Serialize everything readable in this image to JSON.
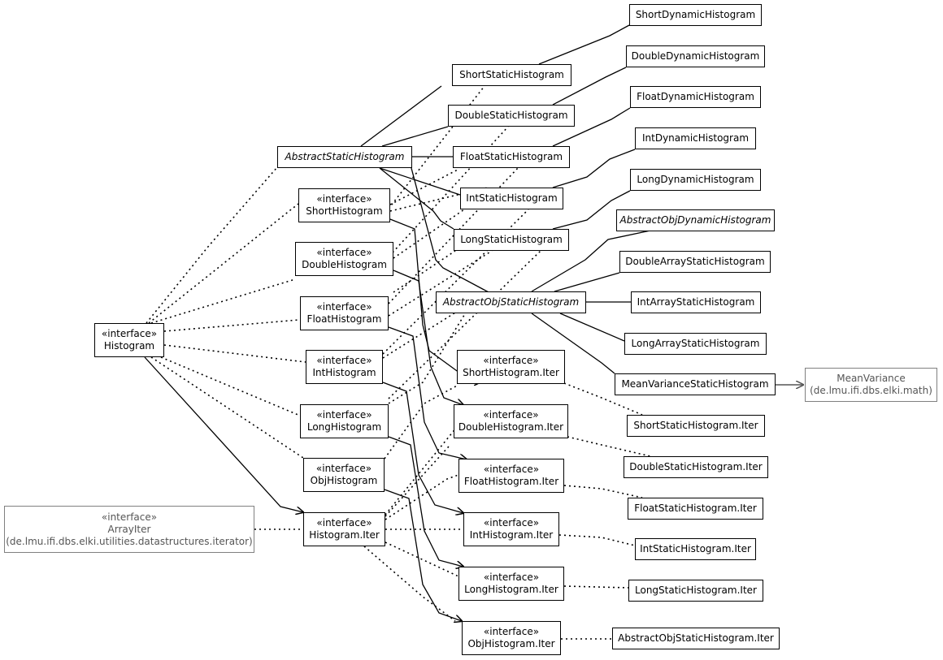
{
  "diagram": {
    "stereotype": "«interface»",
    "colors": {
      "line": "#000000",
      "external": "#808080",
      "external_text": "#555555"
    },
    "nodes": [
      {
        "id": "short_dyn",
        "name": "ShortDynamicHistogram"
      },
      {
        "id": "double_dyn",
        "name": "DoubleDynamicHistogram"
      },
      {
        "id": "float_dyn",
        "name": "FloatDynamicHistogram"
      },
      {
        "id": "int_dyn",
        "name": "IntDynamicHistogram"
      },
      {
        "id": "long_dyn",
        "name": "LongDynamicHistogram"
      },
      {
        "id": "abs_obj_dyn",
        "name": "AbstractObjDynamicHistogram",
        "abstract": true
      },
      {
        "id": "double_array_static",
        "name": "DoubleArrayStaticHistogram"
      },
      {
        "id": "int_array_static",
        "name": "IntArrayStaticHistogram"
      },
      {
        "id": "long_array_static",
        "name": "LongArrayStaticHistogram"
      },
      {
        "id": "mean_var_static",
        "name": "MeanVarianceStaticHistogram"
      },
      {
        "id": "mean_variance",
        "name": "MeanVariance",
        "package": "(de.lmu.ifi.dbs.elki.math)",
        "external": true
      },
      {
        "id": "short_static_iter",
        "name": "ShortStaticHistogram.Iter"
      },
      {
        "id": "double_static_iter",
        "name": "DoubleStaticHistogram.Iter"
      },
      {
        "id": "float_static_iter",
        "name": "FloatStaticHistogram.Iter"
      },
      {
        "id": "int_static_iter",
        "name": "IntStaticHistogram.Iter"
      },
      {
        "id": "long_static_iter",
        "name": "LongStaticHistogram.Iter"
      },
      {
        "id": "abs_obj_static_iter",
        "name": "AbstractObjStaticHistogram.Iter"
      },
      {
        "id": "short_static",
        "name": "ShortStaticHistogram"
      },
      {
        "id": "double_static",
        "name": "DoubleStaticHistogram"
      },
      {
        "id": "float_static",
        "name": "FloatStaticHistogram"
      },
      {
        "id": "int_static",
        "name": "IntStaticHistogram"
      },
      {
        "id": "long_static",
        "name": "LongStaticHistogram"
      },
      {
        "id": "abs_static",
        "name": "AbstractStaticHistogram",
        "abstract": true
      },
      {
        "id": "abs_obj_static",
        "name": "AbstractObjStaticHistogram",
        "abstract": true
      },
      {
        "id": "short_hist",
        "name": "ShortHistogram",
        "interface": true
      },
      {
        "id": "double_hist",
        "name": "DoubleHistogram",
        "interface": true
      },
      {
        "id": "float_hist",
        "name": "FloatHistogram",
        "interface": true
      },
      {
        "id": "int_hist",
        "name": "IntHistogram",
        "interface": true
      },
      {
        "id": "long_hist",
        "name": "LongHistogram",
        "interface": true
      },
      {
        "id": "obj_hist",
        "name": "ObjHistogram",
        "interface": true
      },
      {
        "id": "histogram",
        "name": "Histogram",
        "interface": true
      },
      {
        "id": "histogram_iter",
        "name": "Histogram.Iter",
        "interface": true
      },
      {
        "id": "array_iter",
        "name": "ArrayIter",
        "package": "(de.lmu.ifi.dbs.elki.utilities.datastructures.iterator)",
        "interface": true,
        "external": true
      },
      {
        "id": "short_hist_iter",
        "name": "ShortHistogram.Iter",
        "interface": true
      },
      {
        "id": "double_hist_iter",
        "name": "DoubleHistogram.Iter",
        "interface": true
      },
      {
        "id": "float_hist_iter",
        "name": "FloatHistogram.Iter",
        "interface": true
      },
      {
        "id": "int_hist_iter",
        "name": "IntHistogram.Iter",
        "interface": true
      },
      {
        "id": "long_hist_iter",
        "name": "LongHistogram.Iter",
        "interface": true
      },
      {
        "id": "obj_hist_iter",
        "name": "ObjHistogram.Iter",
        "interface": true
      }
    ]
  }
}
